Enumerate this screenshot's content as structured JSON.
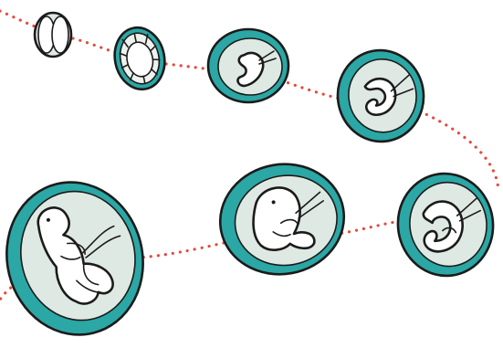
{
  "illustration": {
    "subject": "embryo-development-sequence",
    "stage_count": 7,
    "colors": {
      "background": "#ffffff",
      "sac": "#2ba7a5",
      "fluid": "#dfe9e3",
      "embryo": "#ffffff",
      "outline": "#1b1b1b",
      "path_dots": "#e34b3e"
    },
    "stages": [
      {
        "id": "two-cell-stage"
      },
      {
        "id": "blastocyst-stage"
      },
      {
        "id": "early-embryo-stage"
      },
      {
        "id": "curled-embryo-stage"
      },
      {
        "id": "limb-bud-embryo-stage"
      },
      {
        "id": "developing-embryo-stage"
      },
      {
        "id": "fetus-stage"
      }
    ]
  }
}
